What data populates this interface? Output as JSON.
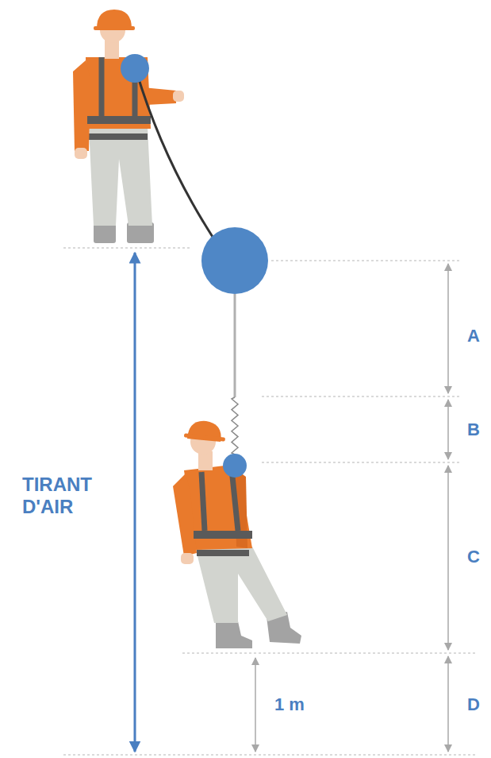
{
  "diagram": {
    "labels": [
      "TIRANT D'AIR",
      "A",
      "B",
      "C",
      "D",
      "1 m"
    ]
  }
}
